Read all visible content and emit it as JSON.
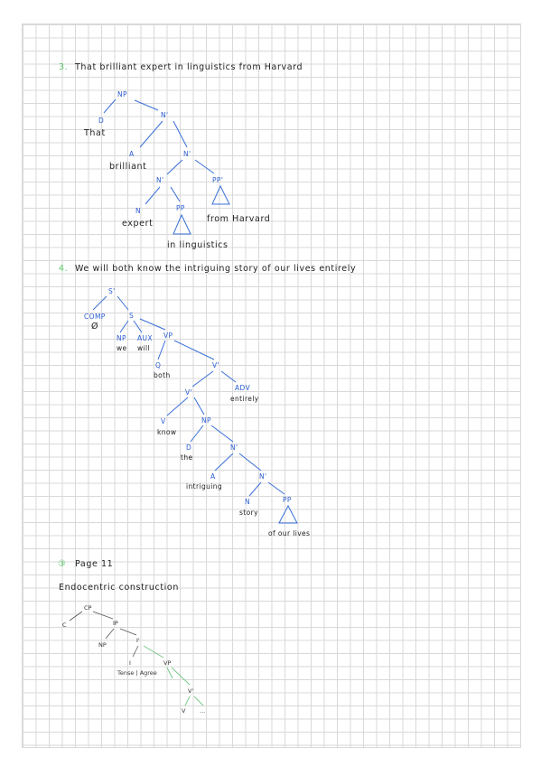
{
  "section3": {
    "number": "3.",
    "sentence": "That brilliant expert in linguistics from Harvard",
    "tree": {
      "NP": "NP",
      "D": "D",
      "D_word": "That",
      "N1": "N'",
      "A": "A",
      "A_word": "brilliant",
      "N2": "N'",
      "N3": "N'",
      "PP": "PP'",
      "N": "N",
      "N_word": "expert",
      "PP2": "PP",
      "pp_from": "from Harvard",
      "pp_in": "in linguistics"
    }
  },
  "section4": {
    "number": "4.",
    "sentence": "We will both know the intriguing story of our lives entirely",
    "tree": {
      "S1": "S'",
      "COMP": "COMP",
      "comp_word": "Ø",
      "S": "S",
      "NP": "NP",
      "np_word": "we",
      "AUX": "AUX",
      "aux_word": "will",
      "VP": "VP",
      "Q": "Q",
      "q_word": "both",
      "V1": "V'",
      "V2": "V'",
      "ADV": "ADV",
      "adv_word": "entirely",
      "V": "V",
      "v_word": "know",
      "NP2": "NP",
      "D": "D",
      "d_word": "the",
      "N1": "N'",
      "A": "A",
      "a_word": "intriguing",
      "N2": "N'",
      "N": "N",
      "n_word": "story",
      "PP": "PP",
      "pp_words": "of our lives"
    }
  },
  "section5": {
    "number": "③",
    "page_ref": "Page 11",
    "heading": "Endocentric construction",
    "tree": {
      "CP": "CP",
      "C": "C",
      "IP": "IP",
      "NP": "NP",
      "I1": "I'",
      "I": "I",
      "i_words": "Tense | Agree",
      "VP": "VP",
      "V1": "V'",
      "V": "V",
      "dots": "..."
    }
  },
  "colors": {
    "branch": "#3a6fd8",
    "green": "#5cc36a",
    "ink": "#222222"
  }
}
